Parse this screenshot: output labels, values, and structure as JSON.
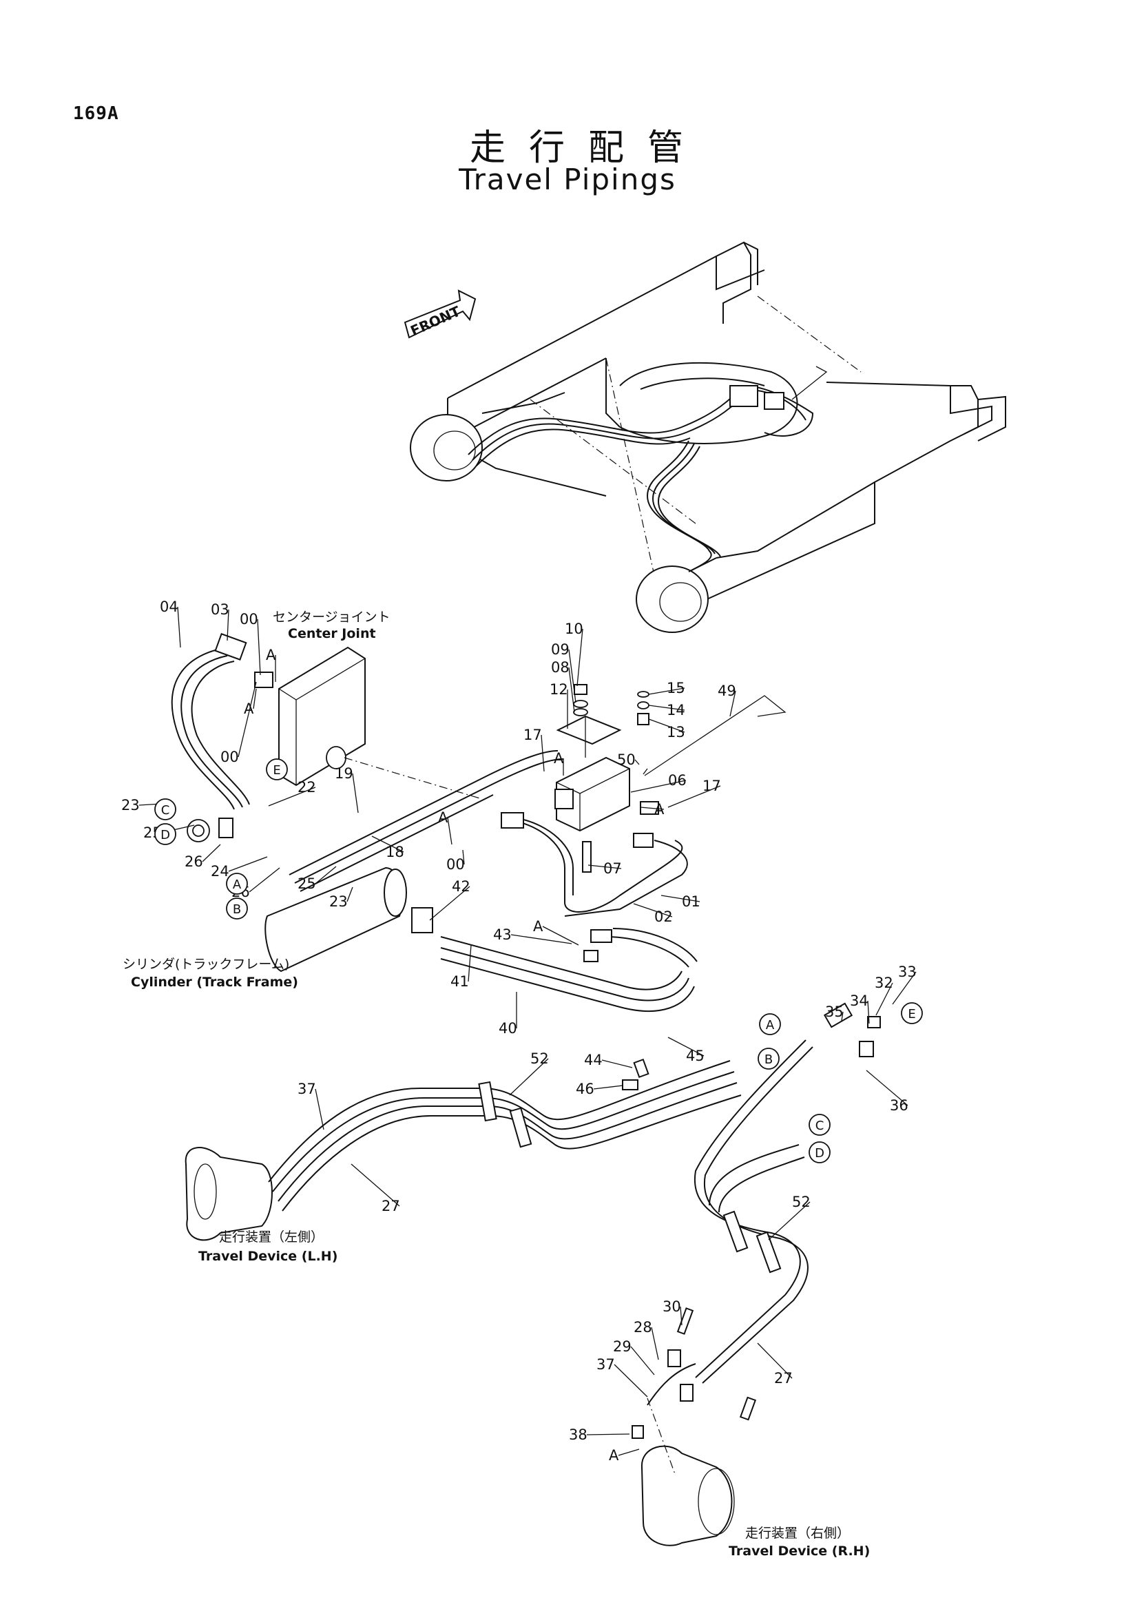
{
  "page_number": "169A",
  "title_jp": "走行配管",
  "title_en": "Travel Pipings",
  "front_arrow": "FRONT",
  "captions": {
    "center_joint_jp": "センタージョイント",
    "center_joint_en": "Center Joint",
    "cylinder_jp": "シリンダ(トラックフレーム)",
    "cylinder_en": "Cylinder (Track Frame)",
    "travel_lh_jp": "走行装置（左側）",
    "travel_lh_en": "Travel Device (L.H)",
    "travel_rh_jp": "走行装置（右側）",
    "travel_rh_en": "Travel Device (R.H)"
  },
  "part_labels": [
    "04",
    "03",
    "00",
    "A",
    "A",
    "00",
    "23",
    "25",
    "C",
    "D",
    "26",
    "22",
    "24",
    "26",
    "A",
    "B",
    "25",
    "23",
    "19",
    "18",
    "E",
    "10",
    "09",
    "08",
    "12",
    "15",
    "14",
    "13",
    "49",
    "17",
    "A",
    "50",
    "06",
    "A",
    "17",
    "A",
    "00",
    "07",
    "01",
    "02",
    "42",
    "43",
    "A",
    "41",
    "40",
    "45",
    "44",
    "46",
    "33",
    "32",
    "34",
    "35",
    "E",
    "36",
    "A",
    "B",
    "C",
    "D",
    "52",
    "37",
    "27",
    "52",
    "30",
    "28",
    "29",
    "37",
    "27",
    "38",
    "A"
  ]
}
